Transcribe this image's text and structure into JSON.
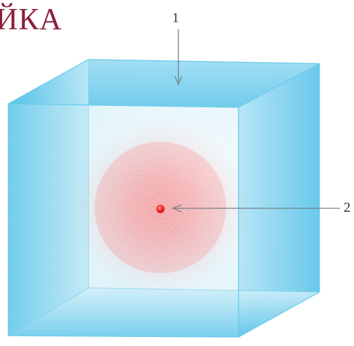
{
  "title": "ЙКА",
  "callouts": [
    {
      "label": "1",
      "target": "cube-wall"
    },
    {
      "label": "2",
      "target": "nucleus"
    }
  ],
  "colors": {
    "title": "#8b1f3a",
    "cube": "#5cc6e8",
    "cloud": "#ff5050",
    "nucleus": "#e02020",
    "leader": "#6f7f86"
  }
}
